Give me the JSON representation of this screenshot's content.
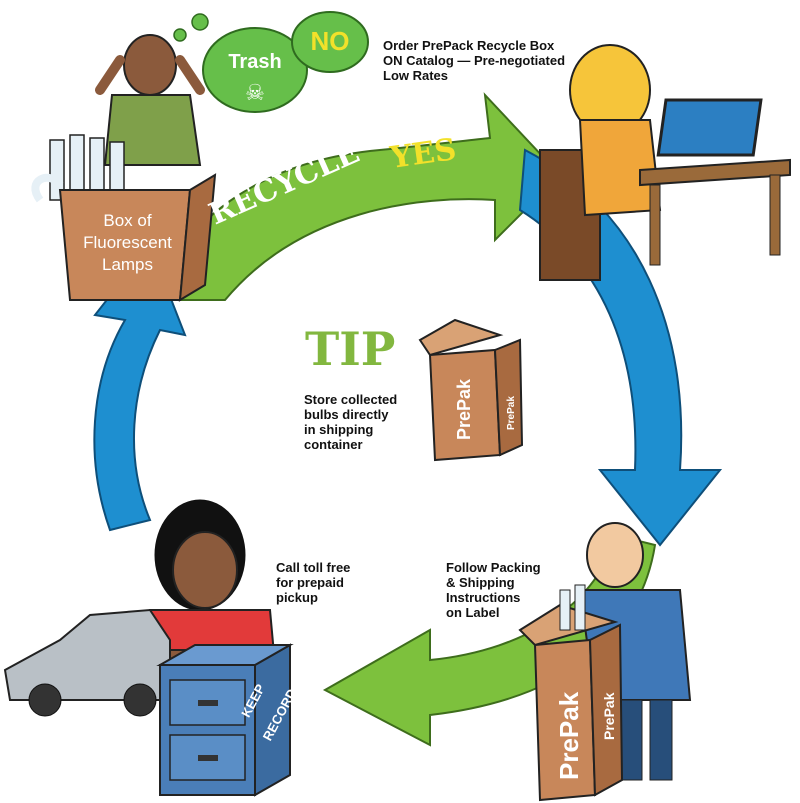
{
  "trash_cloud": {
    "trash": "Trash",
    "no": "NO"
  },
  "arc": {
    "recycle": "RECYCLE",
    "yes": "YES"
  },
  "lamp_box": {
    "label": "Box of\nFluorescent\nLamps"
  },
  "order_step": {
    "text": "Order PrePack Recycle Box\nON Catalog — Pre-negotiated\nLow Rates"
  },
  "tip": {
    "title": "TIP",
    "text": "Store collected\nbulbs directly\nin shipping\ncontainer",
    "box_front": "PrePak",
    "box_side": "PrePak"
  },
  "call_step": {
    "text": "Call toll free\nfor prepaid\npickup"
  },
  "pack_step": {
    "text": "Follow Packing\n& Shipping\nInstructions\non Label",
    "box_front": "PrePak",
    "box_side": "PrePak"
  },
  "file_cabinet": {
    "label": "KEEP\nRECORD\nIN FILE"
  },
  "colors": {
    "green_arrow": "#7dc13d",
    "blue_arrow": "#1e8fd0",
    "tip_green": "#82b73f",
    "yes_yellow": "#f2e12a",
    "box_brown": "#c8875a",
    "cloud_green": "#66bf4a"
  }
}
